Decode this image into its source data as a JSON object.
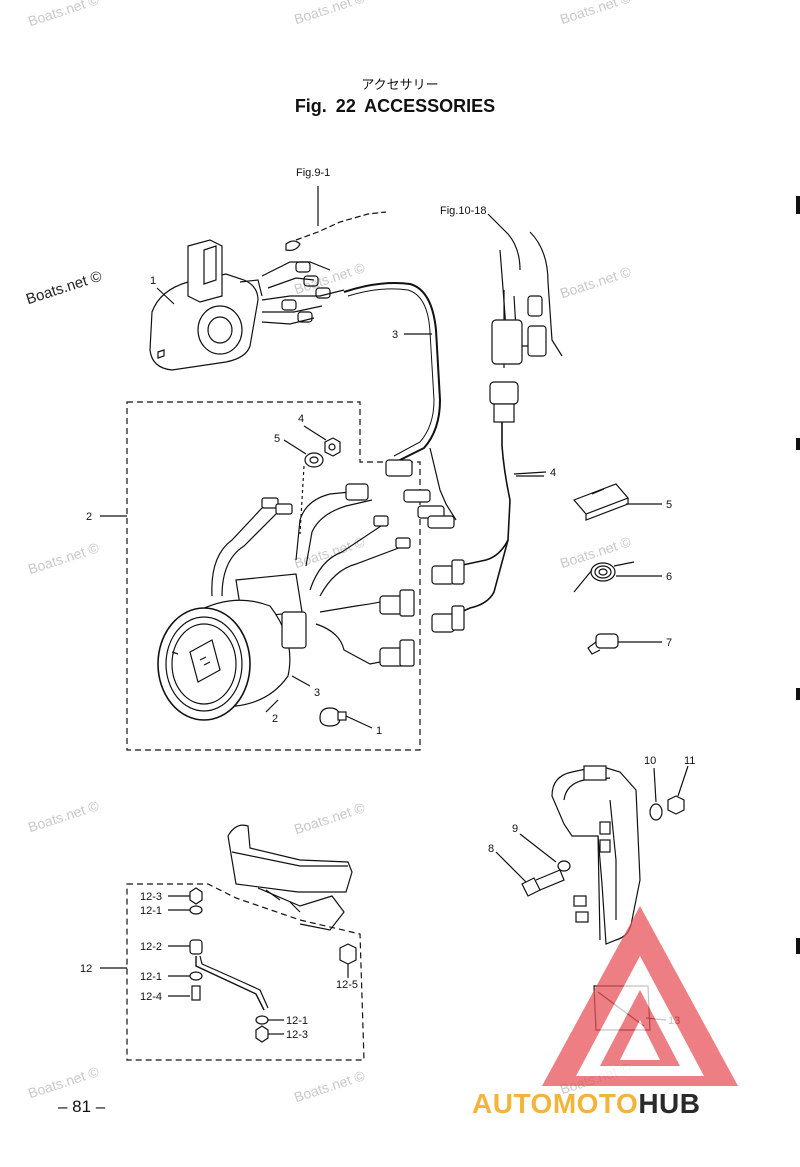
{
  "header": {
    "jp_title": "アクセサリー",
    "title": "Fig. 22   ACCESSORIES"
  },
  "refs": {
    "fig_9_1": "Fig.9-1",
    "fig_10_18": "Fig.10-18"
  },
  "callouts": {
    "c1_top": "1",
    "c2_box": "2",
    "c3_harness": "3",
    "c4_small": "4",
    "c5_small": "5",
    "c2_gauge": "2",
    "c3_gauge": "3",
    "c1_bulb": "1",
    "c4_right": "4",
    "c5_right": "5",
    "c6_right": "6",
    "c7_right": "7",
    "c8": "8",
    "c9": "9",
    "c10": "10",
    "c11": "11",
    "c12": "12",
    "c12_3a": "12-3",
    "c12_1a": "12-1",
    "c12_2": "12-2",
    "c12_1b": "12-1",
    "c12_4": "12-4",
    "c12_5": "12-5",
    "c12_1c": "12-1",
    "c12_3b": "12-3",
    "c13": "13"
  },
  "watermark": "Boats.net ©",
  "footer": {
    "page_number": "– 81 –",
    "logo_part1": "AUTOMOTO",
    "logo_part2": "HUB"
  },
  "colors": {
    "line": "#111111",
    "watermark": "#c9c9c9",
    "logo_orange": "#f4b43a",
    "logo_red": "#e8545a",
    "logo_dark": "#2a2a2a"
  }
}
